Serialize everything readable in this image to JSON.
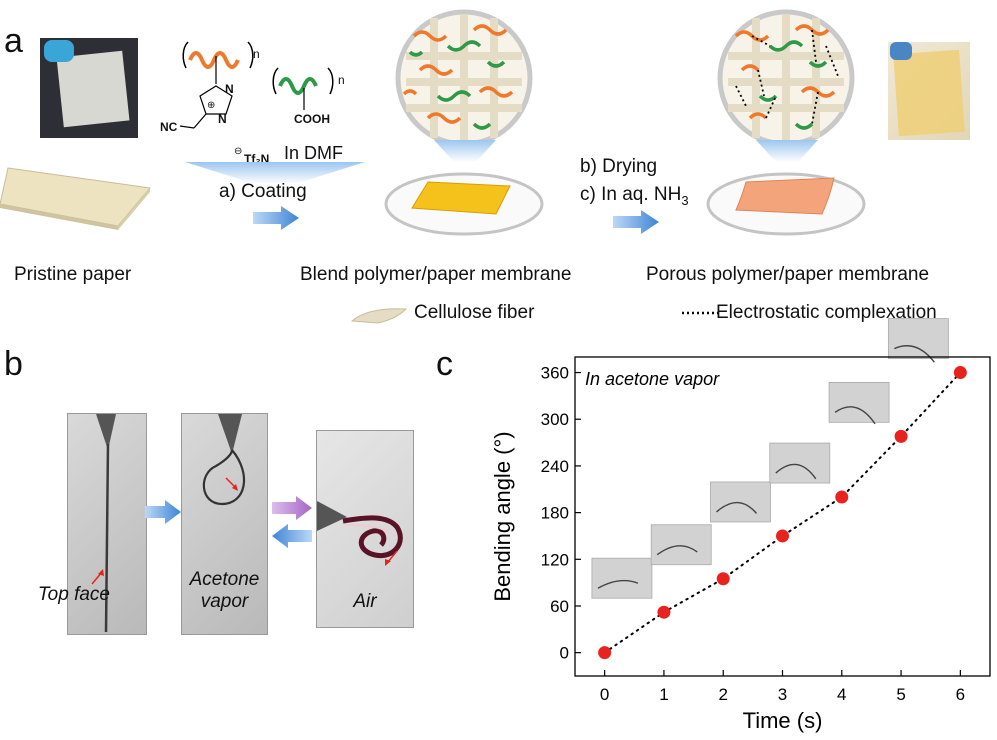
{
  "panels": {
    "a": {
      "letter": "a",
      "chem": {
        "n1": "n",
        "n2": "n",
        "nc": "NC",
        "n_plus": "N",
        "plus": "⊕",
        "minus": "⊖",
        "anion": "Tf₂N",
        "cooh": "COOH",
        "n_ring": "N"
      },
      "solvent": "In DMF",
      "step_a": "a) Coating",
      "step_b": "b) Drying",
      "step_c_prefix": "c) In aq. NH",
      "step_c_sub": "3",
      "label_pristine": "Pristine paper",
      "label_blend": "Blend polymer/paper membrane",
      "label_porous": "Porous polymer/paper membrane",
      "legend_cellulose": "Cellulose fiber",
      "legend_electrostatic": "Electrostatic complexation"
    },
    "b": {
      "letter": "b",
      "label_top": "Top face",
      "label_acetone_1": "Acetone",
      "label_acetone_2": "vapor",
      "label_air": "Air"
    },
    "c": {
      "letter": "c"
    }
  },
  "colors": {
    "orange_chain": "#f0782a",
    "green_chain": "#2e9a48",
    "blend_membrane": "#f5c21b",
    "porous_membrane": "#f3a47a",
    "paper": "#ede3c1",
    "arrow_blue": "#4a8fd8",
    "arrow_purple": "#a565c8",
    "marker_red": "#e8221f"
  },
  "chart_data": {
    "type": "scatter",
    "title": "",
    "annotation": "In acetone vapor",
    "xlabel": "Time (s)",
    "ylabel": "Bending angle (°)",
    "x": [
      0,
      1,
      2,
      3,
      4,
      5,
      6
    ],
    "y": [
      0,
      52,
      95,
      150,
      200,
      278,
      360
    ],
    "xlim": [
      -0.5,
      6.5
    ],
    "ylim": [
      -30,
      380
    ],
    "xticks": [
      0,
      1,
      2,
      3,
      4,
      5,
      6
    ],
    "yticks": [
      0,
      60,
      120,
      180,
      240,
      300,
      360
    ],
    "grid": false,
    "marker_color": "#e8221f",
    "line_style": "dotted"
  }
}
